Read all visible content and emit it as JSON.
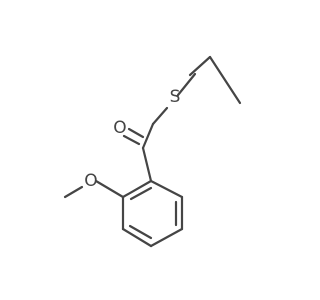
{
  "molecule": {
    "atoms": [
      {
        "id": "O1",
        "label": "O"
      },
      {
        "id": "S1",
        "label": "S"
      },
      {
        "id": "O2",
        "label": "O"
      }
    ]
  }
}
